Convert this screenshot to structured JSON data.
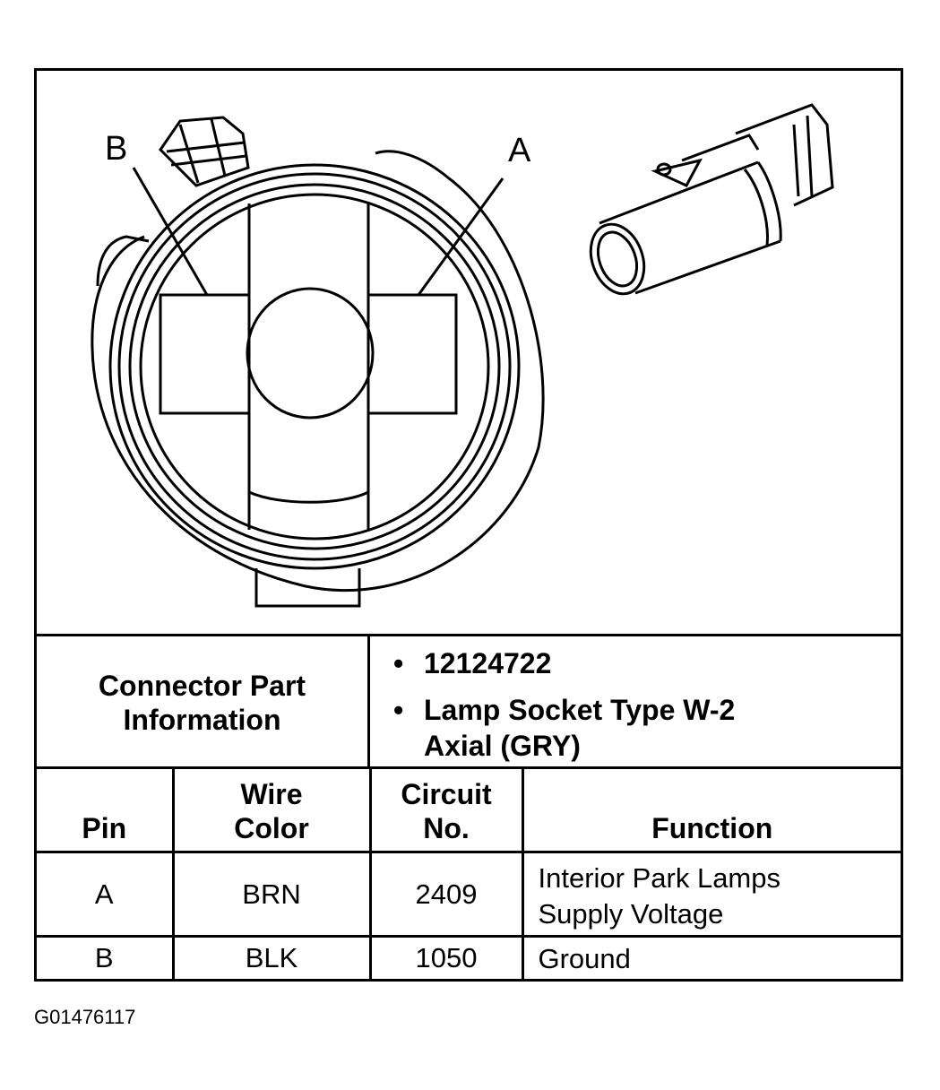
{
  "figure": {
    "pin_labels": {
      "b": "B",
      "a": "A"
    }
  },
  "connector_info": {
    "heading_line1": "Connector Part",
    "heading_line2": "Information",
    "bullet": "•",
    "items": [
      "12124722",
      "Lamp Socket Type W-2",
      "Axial (GRY)"
    ]
  },
  "pin_table": {
    "headers": {
      "pin": "Pin",
      "wire_color_1": "Wire",
      "wire_color_2": "Color",
      "circuit_1": "Circuit",
      "circuit_2": "No.",
      "function": "Function"
    },
    "rows": [
      {
        "pin": "A",
        "wire_color": "BRN",
        "circuit": "2409",
        "function_1": "Interior Park Lamps",
        "function_2": "Supply Voltage"
      },
      {
        "pin": "B",
        "wire_color": "BLK",
        "circuit": "1050",
        "function_1": "Ground",
        "function_2": ""
      }
    ]
  },
  "figure_code": "G01476117"
}
